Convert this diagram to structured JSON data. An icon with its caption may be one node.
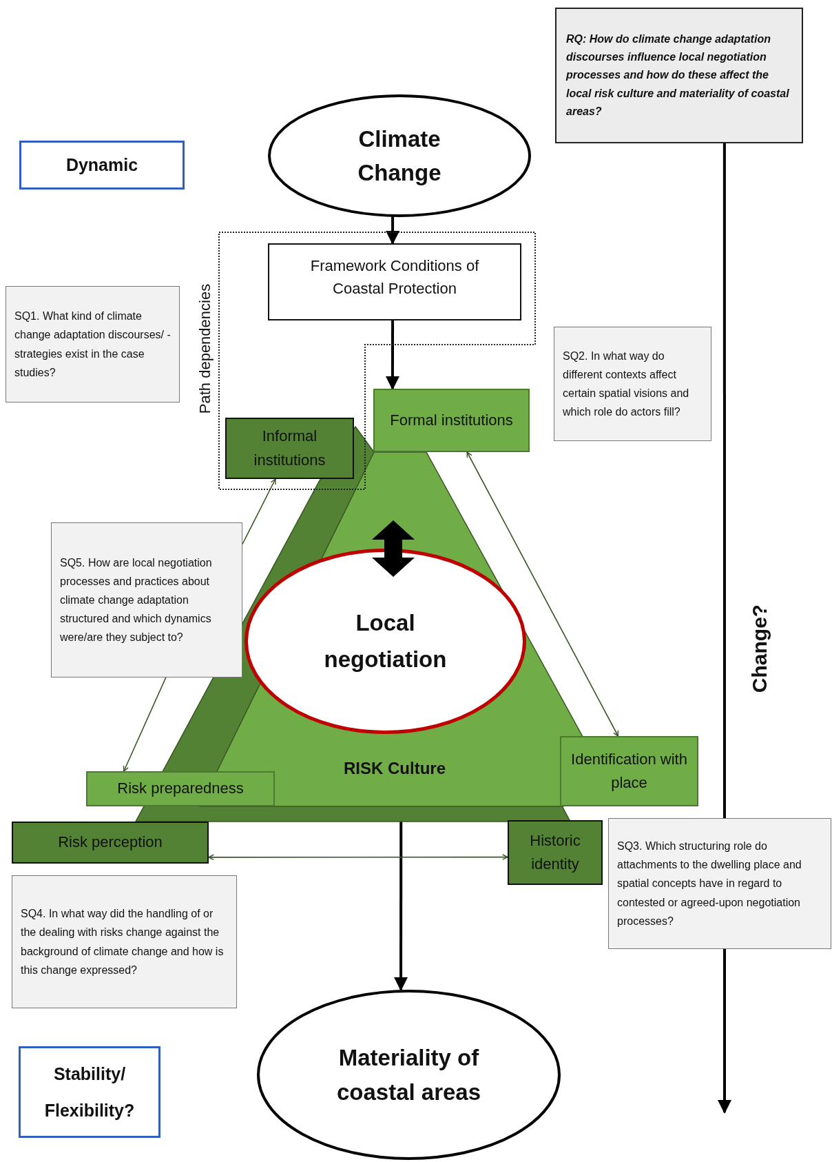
{
  "diagram": {
    "nodes": [
      {
        "text": [
          "RQ: How do climate change adaptation discourses influence local negotiation processes and how do these affect the local risk culture and materiality of coastal areas?"
        ]
      },
      {
        "text": [
          "Dynamic"
        ]
      },
      {
        "text": [
          "Climate Change"
        ]
      },
      {
        "text": [
          "Path dependencies"
        ]
      },
      {
        "text": [
          "Framework Conditions of Coastal Protection"
        ],
        "in": 3
      },
      {
        "text": [
          "SQ1. What kind of climate change adaptation discourses/ -strategies exist in the case studies?"
        ]
      },
      {
        "text": [
          "SQ2. In what way do different contexts affect certain spatial visions and which role do actors fill?"
        ]
      },
      {
        "text": [
          "Informal institutions"
        ],
        "in": 3
      },
      {
        "text": [
          "Formal institutions"
        ]
      },
      {
        "text": [
          "SQ5. How are local negotiation processes and practices about climate change adaptation structured and which dynamics were/are they subject to?"
        ]
      },
      {
        "text": [
          "RISK Culture"
        ]
      },
      {
        "text": [
          "Local negotiation"
        ],
        "in": 10
      },
      {
        "text": [
          "Identification with place"
        ]
      },
      {
        "text": [
          "Risk preparedness"
        ]
      },
      {
        "text": [
          "Risk perception"
        ]
      },
      {
        "text": [
          "Historic identity"
        ]
      },
      {
        "text": [
          "SQ3. Which structuring role do attachments to the dwelling place and spatial concepts have in regard to contested or agreed-upon negotiation processes?"
        ]
      },
      {
        "text": [
          "SQ4. In what way did the handling of or the dealing with risks change against the background of climate change and how is this change expressed?"
        ]
      },
      {
        "text": [
          "Stability/ Flexibility?"
        ]
      },
      {
        "text": [
          "Materiality of coastal areas"
        ]
      }
    ],
    "edges": [
      {
        "from": 2,
        "to": 4,
        "arrow": "to"
      },
      {
        "from": 4,
        "to": 8,
        "arrow": "to"
      },
      {
        "from": 10,
        "to": 19,
        "arrow": "to"
      },
      {
        "from": 0,
        "to": null,
        "arrow": "to"
      },
      {
        "from": 9,
        "to": 7,
        "arrow": "to",
        "color": "#375623"
      },
      {
        "from": 9,
        "to": 13,
        "arrow": "to",
        "color": "#375623"
      },
      {
        "from": 8,
        "to": 12,
        "arrow": "both",
        "color": "#375623"
      },
      {
        "from": 14,
        "to": 15,
        "arrow": "both",
        "color": "#375623"
      }
    ],
    "labels": [
      "Change?"
    ]
  }
}
